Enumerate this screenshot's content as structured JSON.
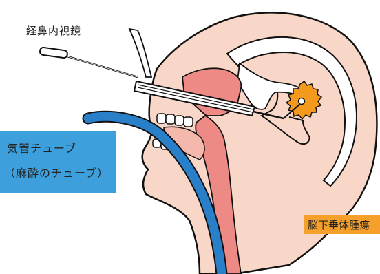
{
  "labels": {
    "endoscope": "経鼻内視鏡",
    "tube_line1": "気管チューブ",
    "tube_line2": "（麻酔のチューブ）",
    "tumor": "脳下垂体腫瘍"
  },
  "colors": {
    "skin": "#f8d7c8",
    "skin_outline": "#111111",
    "skull_bone": "#ffffff",
    "airway_pink": "#ee8a86",
    "tube_blue": "#2a7fc9",
    "tumor_orange": "#f39a1e",
    "tube_label_bg": "#3da0dc",
    "tumor_label_bg": "#f5a02a"
  }
}
